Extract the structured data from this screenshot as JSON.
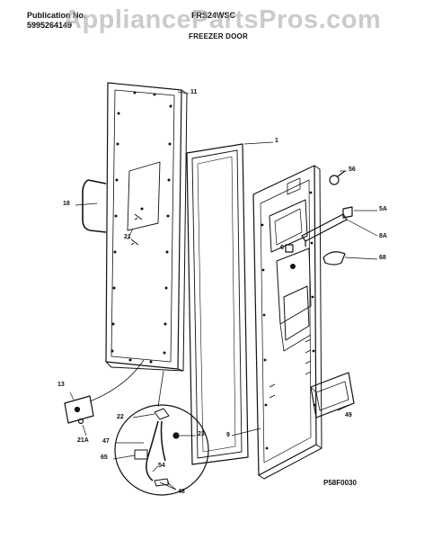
{
  "header": {
    "publication_label": "Publication No.",
    "publication_number": "5995264149",
    "model": "FRS24WSC",
    "section_title": "FREEZER DOOR"
  },
  "watermark": "AppliancePartsPros.com",
  "figure_code": "P58F0030",
  "callouts": [
    "11",
    "1",
    "18",
    "21",
    "56",
    "5A",
    "8A",
    "6",
    "68",
    "13",
    "21A",
    "22",
    "23",
    "47",
    "65",
    "54",
    "48",
    "49",
    "9"
  ],
  "colors": {
    "line": "#111111",
    "watermark": "#a0a0a0"
  }
}
